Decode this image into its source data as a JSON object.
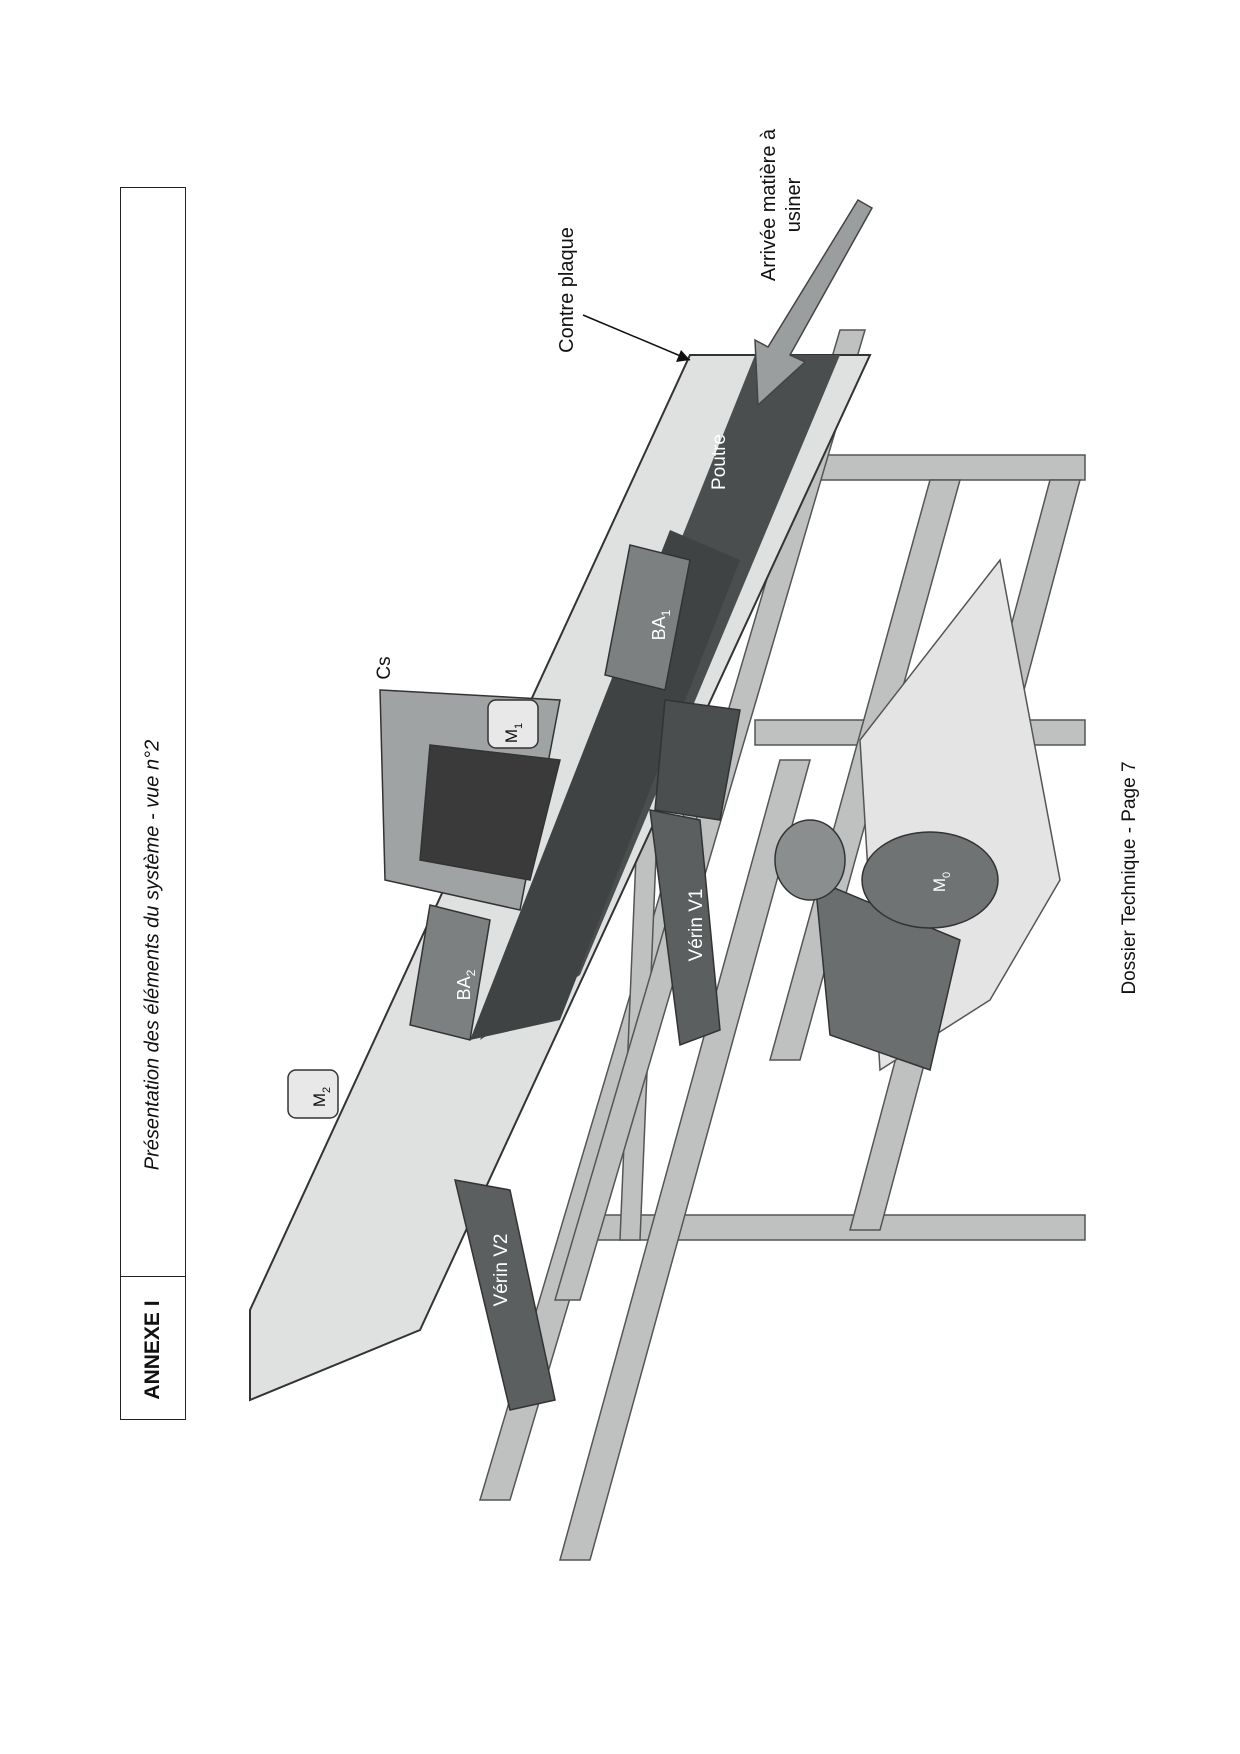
{
  "header": {
    "annex": "ANNEXE  I",
    "title": "Présentation des éléments du système   - vue n°2"
  },
  "figure": {
    "labels": {
      "contre_plaque": "Contre plaque",
      "arrivee_line1": "Arrivée matière à",
      "arrivee_line2": "usiner",
      "poutre": "Poutre",
      "ba1": "BA",
      "ba1_sub": "1",
      "cs": "Cs",
      "m1": "M",
      "m1_sub": "1",
      "m0": "M",
      "m0_sub": "0",
      "verin_v1": "Vérin V1",
      "ba2": "BA",
      "ba2_sub": "2",
      "m2": "M",
      "m2_sub": "2",
      "verin_v2": "Vérin V2"
    }
  },
  "footer": {
    "page": "Dossier Technique - Page 7"
  }
}
